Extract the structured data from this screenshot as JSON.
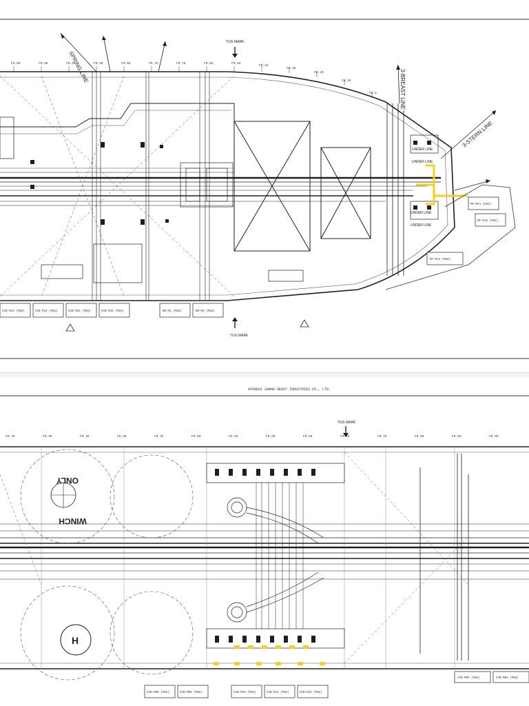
{
  "top_sheet": {
    "tug_mark_top": "TUG MARK",
    "tug_mark_bottom": "TUG MARK",
    "spring_line": "SPRING LINE",
    "breast_line": "BREAST LINE",
    "breast_prefix": "3-",
    "stern_line": "3-STERN LINE",
    "under_line_labels": [
      "UNDER LINE",
      "UNDER LINE",
      "UNDER LINE",
      "UNDER LINE"
    ],
    "frame_labels": [
      "FR.96",
      "FR.99",
      "FR.92",
      "FR.89",
      "FR.85",
      "FR.75",
      "FR.70",
      "FR.65",
      "FR.55",
      "FR.45",
      "FR.35",
      "FR.25",
      "FR.15",
      "FR.5"
    ],
    "tag_boxes": [
      "CCB-M13 (P&S)",
      "CCB-M14 (P&S)",
      "CCB-M15 (P&S)",
      "CCB-M16 (P&S)",
      "RB-M1 (P&S)",
      "RB-M2 (P&S)",
      "MF-MC1 (P&S)",
      "MF-M15 (P&S)",
      "MF-M23 (P&S)"
    ]
  },
  "bottom_sheet": {
    "company": "HYUNDAI SAMHO HEAVY INDUSTRIES CO., LTD.",
    "tug_mark": "TUG MARK",
    "winch_label": "WINCH",
    "only_label": "ONLY",
    "helideck_mark": "H",
    "frame_labels": [
      "FR.25",
      "FR.30",
      "FR.35",
      "FR.40",
      "FR.45",
      "FR.50",
      "FR.55",
      "FR.60",
      "FR.65",
      "FR.70",
      "FR.75",
      "FR.80",
      "FR.85",
      "FR.90"
    ],
    "tag_boxes": [
      "CCB-M08 (P&S)",
      "CCB-M09 (P&S)",
      "CCB-M10 (P&S)",
      "CCB-M11 (P&S)",
      "CCB-M12 (P&S)",
      "CCB-M05 (P&S)",
      "CCB-M03 (P&S)"
    ]
  },
  "colors": {
    "ink": "#1e1e1e",
    "highlight": "#f2d21b",
    "paper": "#ffffff"
  }
}
